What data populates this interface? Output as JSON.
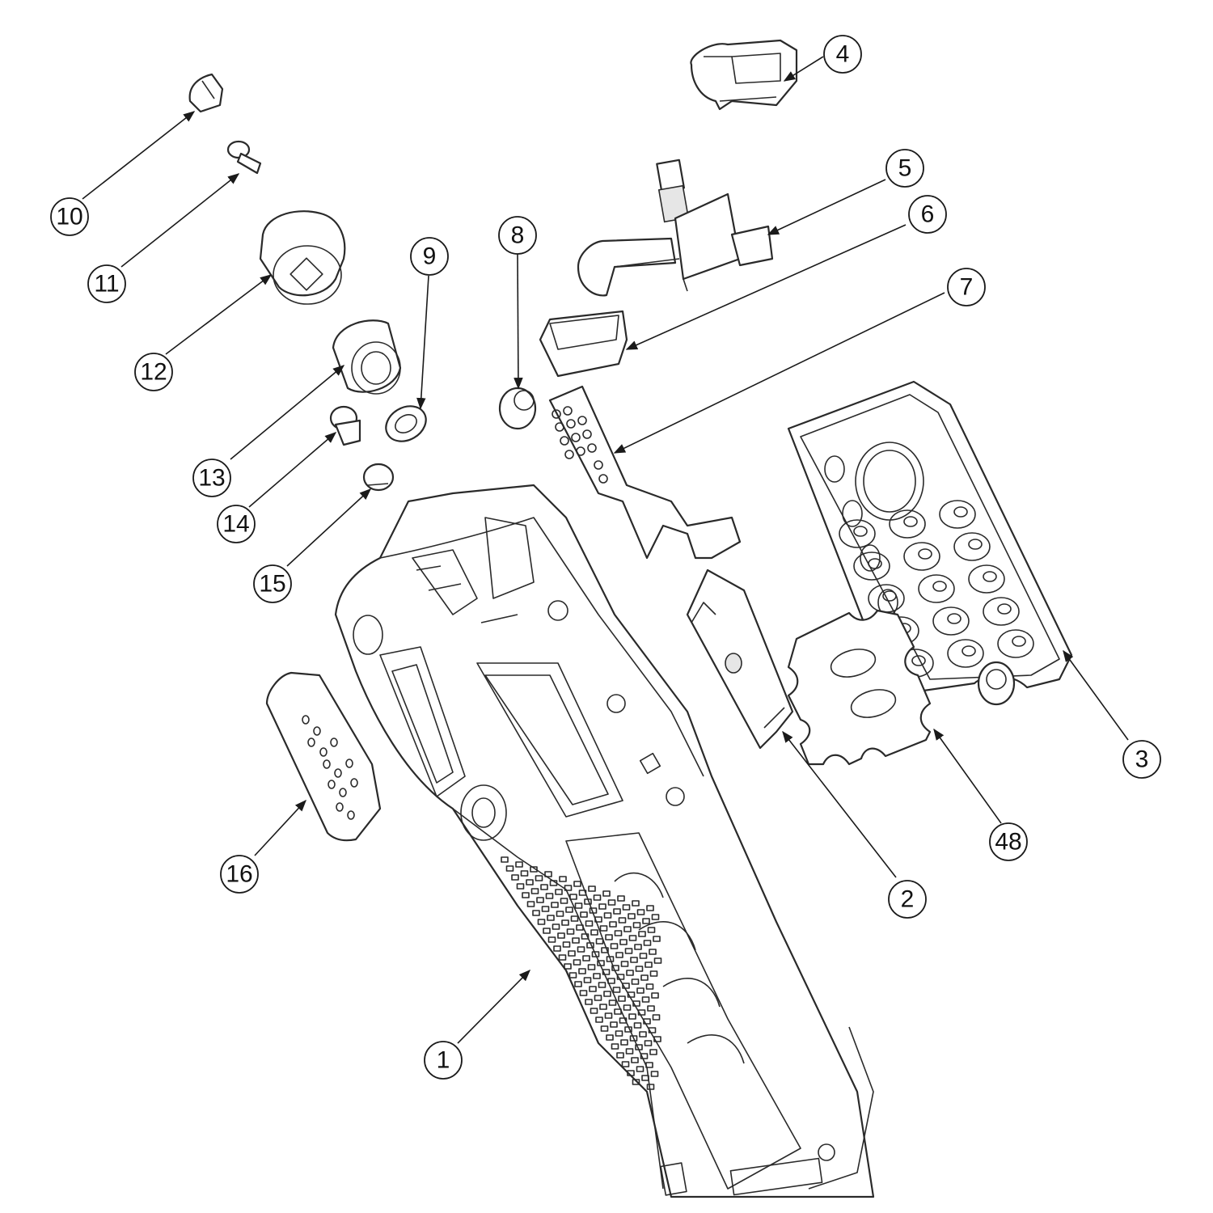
{
  "diagram": {
    "callouts": [
      {
        "id": "1",
        "label": "1"
      },
      {
        "id": "2",
        "label": "2"
      },
      {
        "id": "3",
        "label": "3"
      },
      {
        "id": "4",
        "label": "4"
      },
      {
        "id": "5",
        "label": "5"
      },
      {
        "id": "6",
        "label": "6"
      },
      {
        "id": "7",
        "label": "7"
      },
      {
        "id": "8",
        "label": "8"
      },
      {
        "id": "9",
        "label": "9"
      },
      {
        "id": "10",
        "label": "10"
      },
      {
        "id": "11",
        "label": "11"
      },
      {
        "id": "12",
        "label": "12"
      },
      {
        "id": "13",
        "label": "13"
      },
      {
        "id": "14",
        "label": "14"
      },
      {
        "id": "15",
        "label": "15"
      },
      {
        "id": "16",
        "label": "16"
      },
      {
        "id": "48",
        "label": "48"
      }
    ]
  }
}
